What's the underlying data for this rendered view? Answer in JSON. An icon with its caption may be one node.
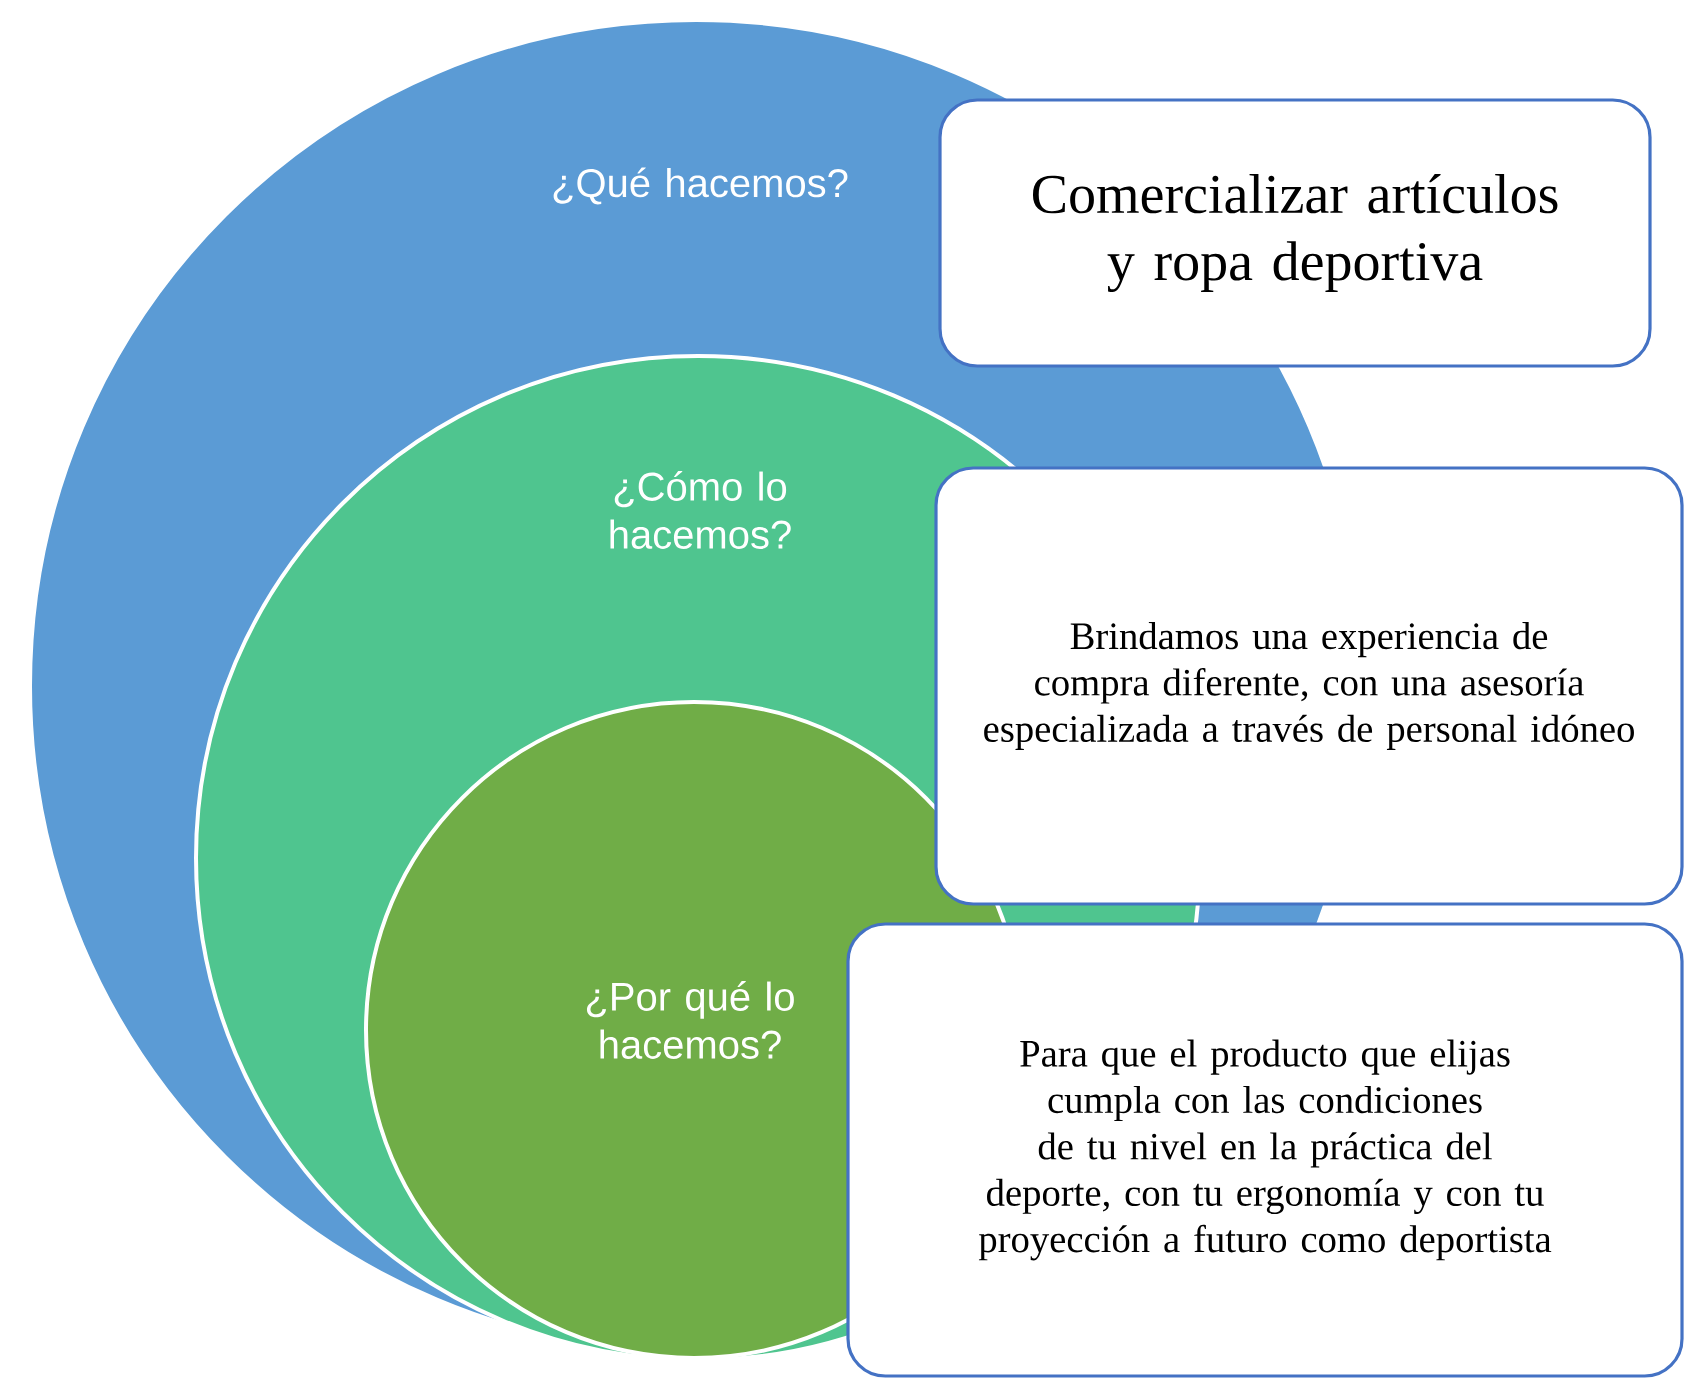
{
  "diagram": {
    "nodes": [
      {
        "text": [
          "¿Qué hacemos?"
        ]
      },
      {
        "text": [
          "¿Cómo lo hacemos?"
        ],
        "in": 0
      },
      {
        "text": [
          "¿Por qué lo hacemos?"
        ],
        "in": 1
      },
      {
        "text": [
          "Comercializar artículos y ropa deportiva"
        ]
      },
      {
        "text": [
          "Brindamos una experiencia de compra diferente, con una asesoría especializada a través de personal idóneo"
        ]
      },
      {
        "text": [
          "Para que el producto que elijas cumpla con las condiciones de tu nivel en la práctica del deporte, con tu ergonomía y con tu proyección a futuro como deportista"
        ]
      }
    ]
  }
}
